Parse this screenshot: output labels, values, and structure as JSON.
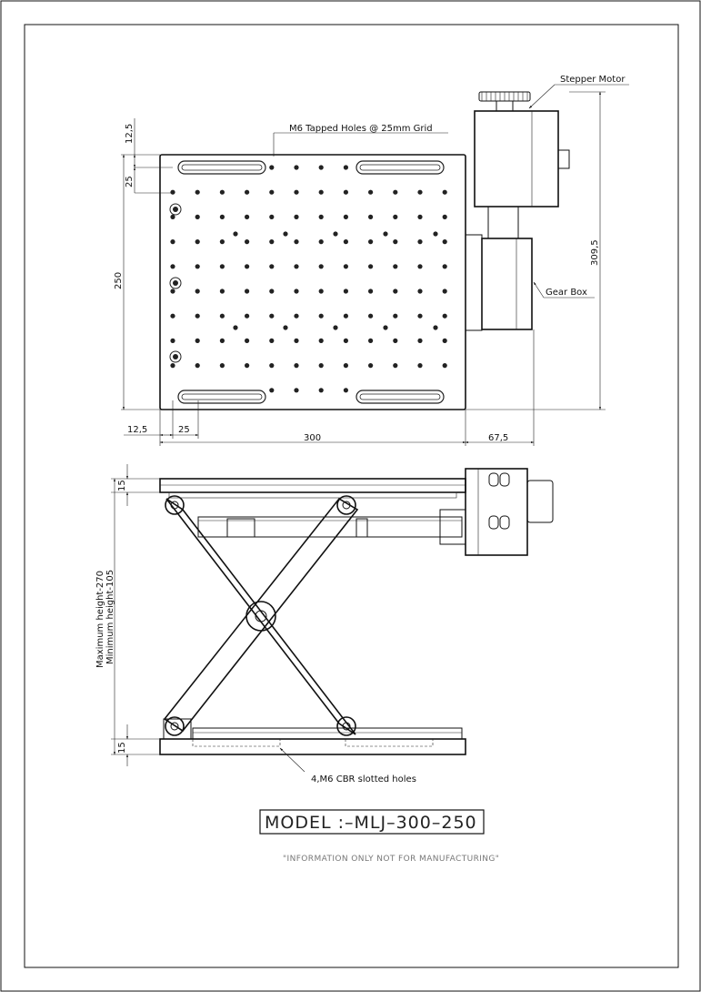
{
  "top_view": {
    "callouts": {
      "tapped_holes": "M6 Tapped Holes @ 25mm Grid",
      "stepper_motor": "Stepper Motor",
      "gear_box": "Gear Box"
    },
    "dimensions": {
      "top_offset": "12,5",
      "grid_pitch_left": "25",
      "plate_depth": "250",
      "overall_height": "309,5",
      "left_offset": "12,5",
      "grid_pitch_bottom": "25",
      "plate_width": "300",
      "motor_overhang": "67,5"
    }
  },
  "side_view": {
    "dimensions": {
      "top_plate_thickness": "15",
      "base_plate_thickness": "15",
      "max_height": "Maximum height-270",
      "min_height": "Minimum height-105"
    },
    "callouts": {
      "slotted_holes": "4,M6 CBR slotted holes"
    }
  },
  "title_block": {
    "model": "MODEL :–MLJ–300–250",
    "disclaimer": "\"INFORMATION ONLY NOT FOR MANUFACTURING\""
  }
}
